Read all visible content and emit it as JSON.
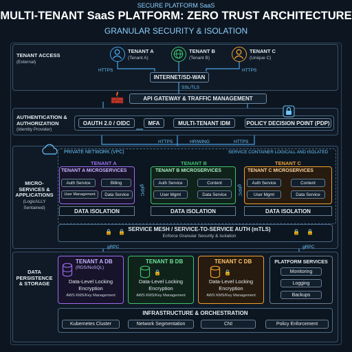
{
  "header": {
    "kicker": "SECURE PLATFORM SaaS",
    "title": "MULTI-TENANT SaaS PLATFORM: ZERO TRUST ARCHITECTURE",
    "subtitle": "GRANULAR SECURITY & ISOLATION"
  },
  "layers": {
    "tenant_access": {
      "title": "TENANT ACCESS",
      "sub": "(External)"
    },
    "auth": {
      "title": "AUTHENTICATION & AUTHORIZATION",
      "sub": "(Identity Provider)"
    },
    "micro": {
      "title": "MICRO-SERVICES & APPLICATIONS",
      "sub": "(LogicALLY Sentained)"
    },
    "data": {
      "title": "DATA PERSISTENCE & STORAGE"
    }
  },
  "tenants": [
    {
      "name": "TENANT A",
      "sub": "(Tenant A)",
      "color": "#4aa3e8"
    },
    {
      "name": "TENANT B",
      "sub": "(Tenant B)",
      "color": "#3ec46d"
    },
    {
      "name": "TENANT C",
      "sub": "(Unique C)",
      "color": "#f0a030"
    }
  ],
  "protocols": {
    "https": "HTTPS",
    "ssl": "SSL/TLS",
    "https_b": "HTTPS",
    "hrwing": "HRIWING",
    "grpc": "gRPC"
  },
  "internet": "INTERNET/SD-WAN",
  "gateway": "API GATEWAY & TRAFFIC MANAGEMENT",
  "auth_items": [
    "OAUTH 2.0 / OIDC",
    "MFA",
    "MULTI-TENANT IDM",
    "POLICY DECISION POINT (PDP)"
  ],
  "vpc": {
    "label": "PRIVATE NETWORK (VPC)",
    "note": "SERVICE CONTAINER LOGICALL AND ISOLATED"
  },
  "micro_tenants": [
    {
      "tag": "TENANT A",
      "title": "TENANT A MICROSERVICES",
      "services": [
        "Auth Service",
        "Billing",
        "User Management",
        "Data Service"
      ],
      "isolation": "DATA ISOLATION",
      "color": "#9b6cf0"
    },
    {
      "tag": "TENANT B",
      "title": "TENANT B MICROSERVICES",
      "services": [
        "Auth Service",
        "Content",
        "User Mgmt",
        "Data Service"
      ],
      "isolation": "DATA ISOLATION",
      "color": "#3ec46d"
    },
    {
      "tag": "TENANT C",
      "title": "TENANT C MICROSERVICES",
      "services": [
        "Auth Service",
        "Content",
        "User Mgmt",
        "Data Service"
      ],
      "isolation": "DATA ISOLATION",
      "color": "#f0a030"
    }
  ],
  "side_grpc": [
    "gRPC",
    "gRPC"
  ],
  "mesh": {
    "title": "SERVICE MESH / SERVICE-TO-SERVICE AUTH (mTLS)",
    "sub": "Enforce Granular Security & Isolation"
  },
  "db_tenants": [
    {
      "title": "TENANT A DB",
      "sub": "(RDS/NoSQL)",
      "lines": [
        "Data-Level Locking",
        "Encryption"
      ],
      "kms": "AWS KMS/Key Management",
      "color": "#9b6cf0"
    },
    {
      "title": "TENANT B DB",
      "sub": "",
      "lines": [
        "Data-Level Locking",
        "Encryption"
      ],
      "kms": "AWS KMS/Key Management",
      "color": "#3ec46d"
    },
    {
      "title": "TENANT C DB",
      "sub": "",
      "lines": [
        "Data-Level Locking",
        "Encryption"
      ],
      "kms": "AWS KMS/Key Management",
      "color": "#f0a030"
    }
  ],
  "platform_services": {
    "title": "PLATFORM SERVICES",
    "items": [
      "Monitoring",
      "Logging",
      "Backups"
    ]
  },
  "infra": {
    "title": "INFRASTRUCTURE & ORCHESTRATION",
    "items": [
      "Kubernetes Cluster",
      "Network Segmentation",
      "CNI",
      "Policy Enforcement"
    ]
  }
}
